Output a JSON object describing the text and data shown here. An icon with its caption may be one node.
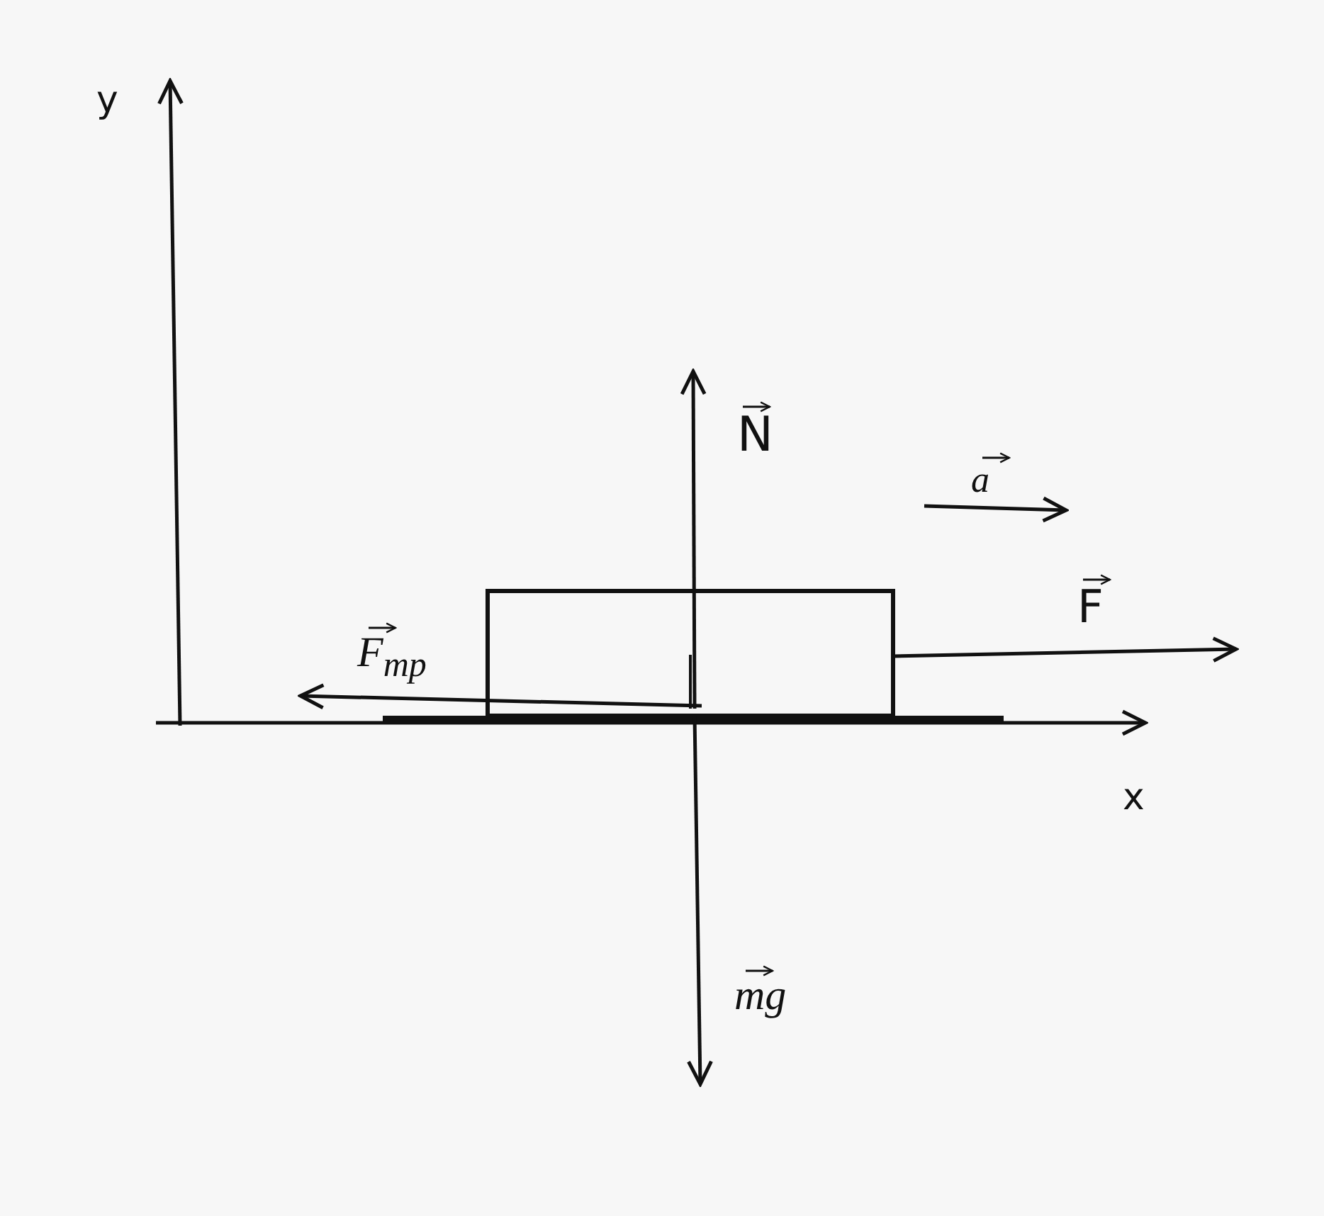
{
  "diagram": {
    "nodes": [
      {
        "text": [],
        "shape": "box"
      }
    ],
    "labels": [
      "y",
      "N",
      "a",
      "F",
      "F$_{тр}$",
      "x",
      "mg"
    ]
  }
}
